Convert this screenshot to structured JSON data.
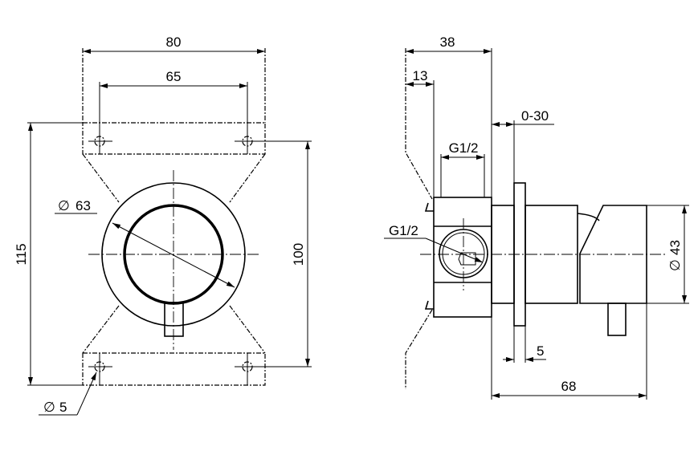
{
  "front_view": {
    "dim_width_outer": "80",
    "dim_width_holes": "65",
    "dim_height_outer": "115",
    "dim_height_holes": "100",
    "dim_diameter_body": "63",
    "dim_diameter_hole": "5",
    "diameter_symbol": "∅"
  },
  "side_view": {
    "dim_depth_total": "38",
    "dim_depth_wall": "13",
    "dim_adjust": "0-30",
    "dim_thread_top": "G1/2",
    "dim_thread_side": "G1/2",
    "dim_diameter_cap": "43",
    "dim_flange": "5",
    "dim_projection": "68",
    "diameter_symbol": "∅"
  }
}
